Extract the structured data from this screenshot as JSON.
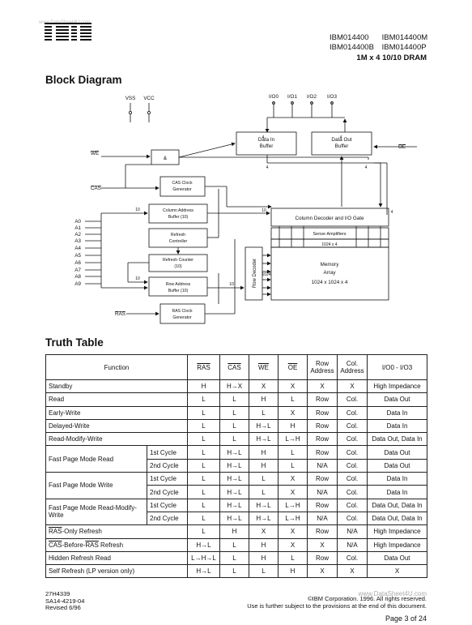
{
  "header": {
    "logo_text": "IBM",
    "part_numbers": [
      "IBM014400",
      "IBM014400M",
      "IBM014400B",
      "IBM014400P"
    ],
    "subtitle": "1M x 4 10/10 DRAM"
  },
  "block_diagram": {
    "title": "Block Diagram",
    "supply": [
      "VSS",
      "VCC"
    ],
    "io_pins": [
      "I/O0",
      "I/O1",
      "I/O2",
      "I/O3"
    ],
    "blocks": {
      "data_in": [
        "Data In",
        "Buffer"
      ],
      "data_out": [
        "Data Out",
        "Buffer"
      ],
      "and_gate": "&",
      "cas_clock": [
        "CAS Clock",
        "Generator"
      ],
      "col_addr": [
        "Column Address",
        "Buffer (10)"
      ],
      "refresh_ctrl": [
        "Refresh",
        "Controller"
      ],
      "refresh_counter": [
        "Refresh Counter",
        "(10)"
      ],
      "row_addr": [
        "Row Address",
        "Buffer (10)"
      ],
      "ras_clock": [
        "RAS Clock",
        "Generator"
      ],
      "col_decoder": "Column Decoder and I/O Gate",
      "sense_amps": "Sense Amplifiers",
      "sense_label": "1024 x 4",
      "row_decoder": "Row Decoder",
      "row_label": "1024",
      "memory": [
        "Memory",
        "Array",
        "1024 x 1024 x 4"
      ]
    },
    "signals": {
      "we": "WE",
      "cas": "CAS",
      "ras": "RAS",
      "oe": "OE"
    },
    "address_pins": [
      "A0",
      "A1",
      "A2",
      "A3",
      "A4",
      "A5",
      "A6",
      "A7",
      "A8",
      "A9"
    ],
    "bus_labels": {
      "four": "4",
      "ten": "10"
    }
  },
  "truth_table": {
    "title": "Truth Table",
    "headers": {
      "function": "Function",
      "ras": "RAS",
      "cas": "CAS",
      "we": "WE",
      "oe": "OE",
      "row": "Row Address",
      "col": "Col. Address",
      "io": "I/O0 - I/O3"
    },
    "rows": [
      {
        "function": "Standby",
        "sub": "",
        "ras": "H",
        "cas": "H→X",
        "we": "X",
        "oe": "X",
        "row": "X",
        "col": "X",
        "io": "High Impedance"
      },
      {
        "function": "Read",
        "sub": "",
        "ras": "L",
        "cas": "L",
        "we": "H",
        "oe": "L",
        "row": "Row",
        "col": "Col.",
        "io": "Data Out"
      },
      {
        "function": "Early-Write",
        "sub": "",
        "ras": "L",
        "cas": "L",
        "we": "L",
        "oe": "X",
        "row": "Row",
        "col": "Col.",
        "io": "Data In"
      },
      {
        "function": "Delayed-Write",
        "sub": "",
        "ras": "L",
        "cas": "L",
        "we": "H→L",
        "oe": "H",
        "row": "Row",
        "col": "Col.",
        "io": "Data In"
      },
      {
        "function": "Read-Modify-Write",
        "sub": "",
        "ras": "L",
        "cas": "L",
        "we": "H→L",
        "oe": "L→H",
        "row": "Row",
        "col": "Col.",
        "io": "Data Out, Data In"
      },
      {
        "function": "Fast Page Mode Read",
        "sub": "1st Cycle",
        "ras": "L",
        "cas": "H→L",
        "we": "H",
        "oe": "L",
        "row": "Row",
        "col": "Col.",
        "io": "Data Out"
      },
      {
        "function": "",
        "sub": "2nd Cycle",
        "ras": "L",
        "cas": "H→L",
        "we": "H",
        "oe": "L",
        "row": "N/A",
        "col": "Col.",
        "io": "Data Out"
      },
      {
        "function": "Fast Page Mode Write",
        "sub": "1st Cycle",
        "ras": "L",
        "cas": "H→L",
        "we": "L",
        "oe": "X",
        "row": "Row",
        "col": "Col.",
        "io": "Data In"
      },
      {
        "function": "",
        "sub": "2nd Cycle",
        "ras": "L",
        "cas": "H→L",
        "we": "L",
        "oe": "X",
        "row": "N/A",
        "col": "Col.",
        "io": "Data In"
      },
      {
        "function": "Fast Page Mode Read-Modify-Write",
        "sub": "1st Cycle",
        "ras": "L",
        "cas": "H→L",
        "we": "H→L",
        "oe": "L→H",
        "row": "Row",
        "col": "Col.",
        "io": "Data Out, Data In"
      },
      {
        "function": "",
        "sub": "2nd Cycle",
        "ras": "L",
        "cas": "H→L",
        "we": "H→L",
        "oe": "L→H",
        "row": "N/A",
        "col": "Col.",
        "io": "Data Out, Data In"
      },
      {
        "function": "RAS-Only Refresh",
        "sub": "",
        "ras": "L",
        "cas": "H",
        "we": "X",
        "oe": "X",
        "row": "Row",
        "col": "N/A",
        "io": "High Impedance"
      },
      {
        "function": "CAS-Before-RAS Refresh",
        "sub": "",
        "ras": "H→L",
        "cas": "L",
        "we": "H",
        "oe": "X",
        "row": "X",
        "col": "N/A",
        "io": "High Impedance"
      },
      {
        "function": "Hidden Refresh Read",
        "sub": "",
        "ras": "L→H→L",
        "cas": "L",
        "we": "H",
        "oe": "L",
        "row": "Row",
        "col": "Col.",
        "io": "Data Out"
      },
      {
        "function": "Self Refresh (LP version only)",
        "sub": "",
        "ras": "H→L",
        "cas": "L",
        "we": "L",
        "oe": "H",
        "row": "X",
        "col": "X",
        "io": "X"
      }
    ]
  },
  "footer": {
    "doc_number": "27H4339",
    "doc_code": "SA14-4219-04",
    "revised": "Revised 6/96",
    "copyright": "©IBM Corporation. 1996. All rights reserved.",
    "notice": "Use is further subject to the provisions at the end of this document.",
    "page": "Page 3 of 24",
    "watermark_top": "www.DataSheet4U.com",
    "watermark_bottom": "www.DataSheet4U.com"
  }
}
